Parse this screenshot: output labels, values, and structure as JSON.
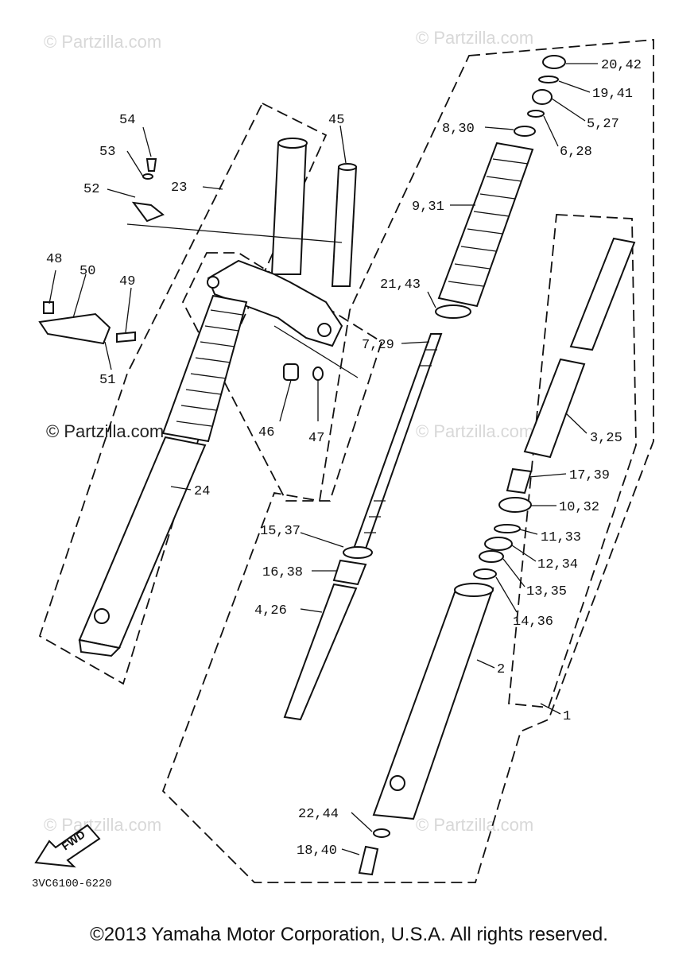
{
  "watermarks": [
    "© Partzilla.com",
    "© Partzilla.com",
    "© Partzilla.com",
    "© Partzilla.com",
    "© Partzilla.com",
    "© Partzilla.com"
  ],
  "labels": {
    "p20_42": "20,42",
    "p19_41": "19,41",
    "p5_27": "5,27",
    "p6_28": "6,28",
    "p8_30": "8,30",
    "p9_31": "9,31",
    "p21_43": "21,43",
    "p7_29": "7,29",
    "p3_25": "3,25",
    "p17_39": "17,39",
    "p10_32": "10,32",
    "p11_33": "11,33",
    "p12_34": "12,34",
    "p13_35": "13,35",
    "p14_36": "14,36",
    "p2": "2",
    "p1": "1",
    "p15_37": "15,37",
    "p16_38": "16,38",
    "p4_26": "4,26",
    "p22_44": "22,44",
    "p18_40": "18,40",
    "p54": "54",
    "p53": "53",
    "p52": "52",
    "p23": "23",
    "p45": "45",
    "p48": "48",
    "p50": "50",
    "p49": "49",
    "p51": "51",
    "p46": "46",
    "p47": "47",
    "p24": "24"
  },
  "fwd_label": "FWD",
  "part_code": "3VC6100-6220",
  "copyright": "©2013 Yamaha Motor Corporation, U.S.A. All rights reserved."
}
